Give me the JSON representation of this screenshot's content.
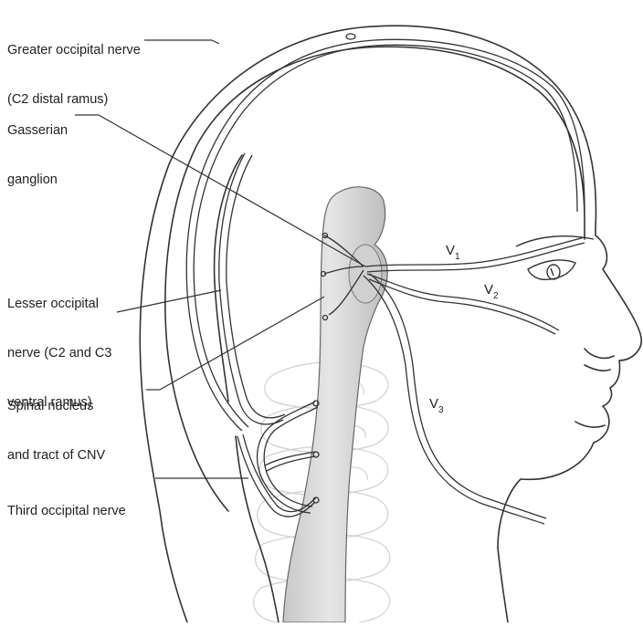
{
  "labels": {
    "greater_occipital": [
      "Greater occipital nerve",
      "(C2 distal ramus)"
    ],
    "gasserian": [
      "Gasserian",
      "ganglion"
    ],
    "lesser_occipital": [
      "Lesser occipital",
      "nerve (C2 and C3",
      "ventral ramus)"
    ],
    "spinal_nucleus": [
      "Spinal nucleus",
      "and tract of CNV"
    ],
    "third_occipital": [
      "Third occipital nerve"
    ]
  },
  "branches": {
    "v1": {
      "main": "V",
      "sub": "1"
    },
    "v2": {
      "main": "V",
      "sub": "2"
    },
    "v3": {
      "main": "V",
      "sub": "3"
    }
  },
  "colors": {
    "outline": "#333333",
    "brainstem_fill": "#d9d9d9",
    "vertebra_stroke": "#cfcfcf",
    "leader": "#333333"
  }
}
